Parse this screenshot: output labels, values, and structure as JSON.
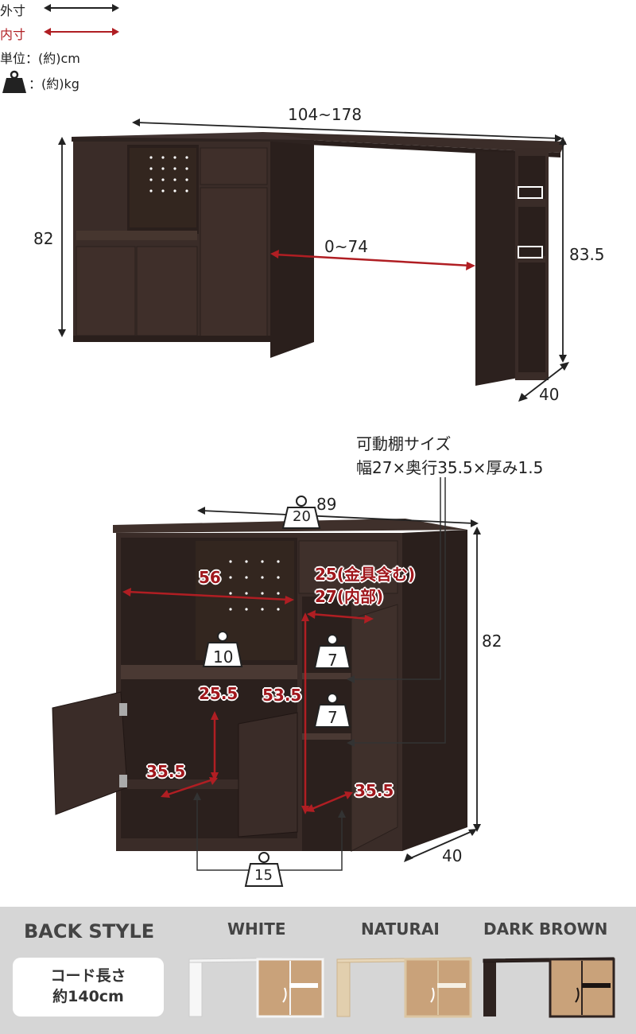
{
  "legend": {
    "outer_label": "外寸",
    "inner_label": "内寸",
    "unit_label": "単位：(約)cm",
    "weight_label": "：(約)kg",
    "outer_color": "#222222",
    "inner_color": "#b01e23"
  },
  "top_diagram": {
    "width_range": "104~178",
    "height_left": "82",
    "opening_range": "0~74",
    "height_right": "83.5",
    "depth": "40"
  },
  "bottom_diagram": {
    "shelf_note_line1": "可動棚サイズ",
    "shelf_note_line2": "幅27×奥行35.5×厚み1.5",
    "width": "89",
    "top_load": "20",
    "height": "82",
    "depth": "40",
    "open_width": "56",
    "drawer_width_fitting": "25(金具含む)",
    "drawer_width_inner": "27(内部)",
    "open_shelf_load": "10",
    "shelf_load_upper": "7",
    "shelf_load_lower": "7",
    "lower_height": "25.5",
    "right_height": "53.5",
    "lower_depth": "35.5",
    "right_depth": "35.5",
    "base_load": "15"
  },
  "back_style": {
    "title": "BACK STYLE",
    "cord_line1": "コード長さ",
    "cord_line2": "約140cm",
    "variants": [
      "WHITE",
      "NATURAI",
      "DARK BROWN"
    ]
  },
  "colors": {
    "body": "#3a2c28",
    "body_dark": "#2a1f1c",
    "panel_back": "#c9a27a",
    "natural_wood": "#d9c4a3",
    "band_bg": "#d6d6d6"
  }
}
